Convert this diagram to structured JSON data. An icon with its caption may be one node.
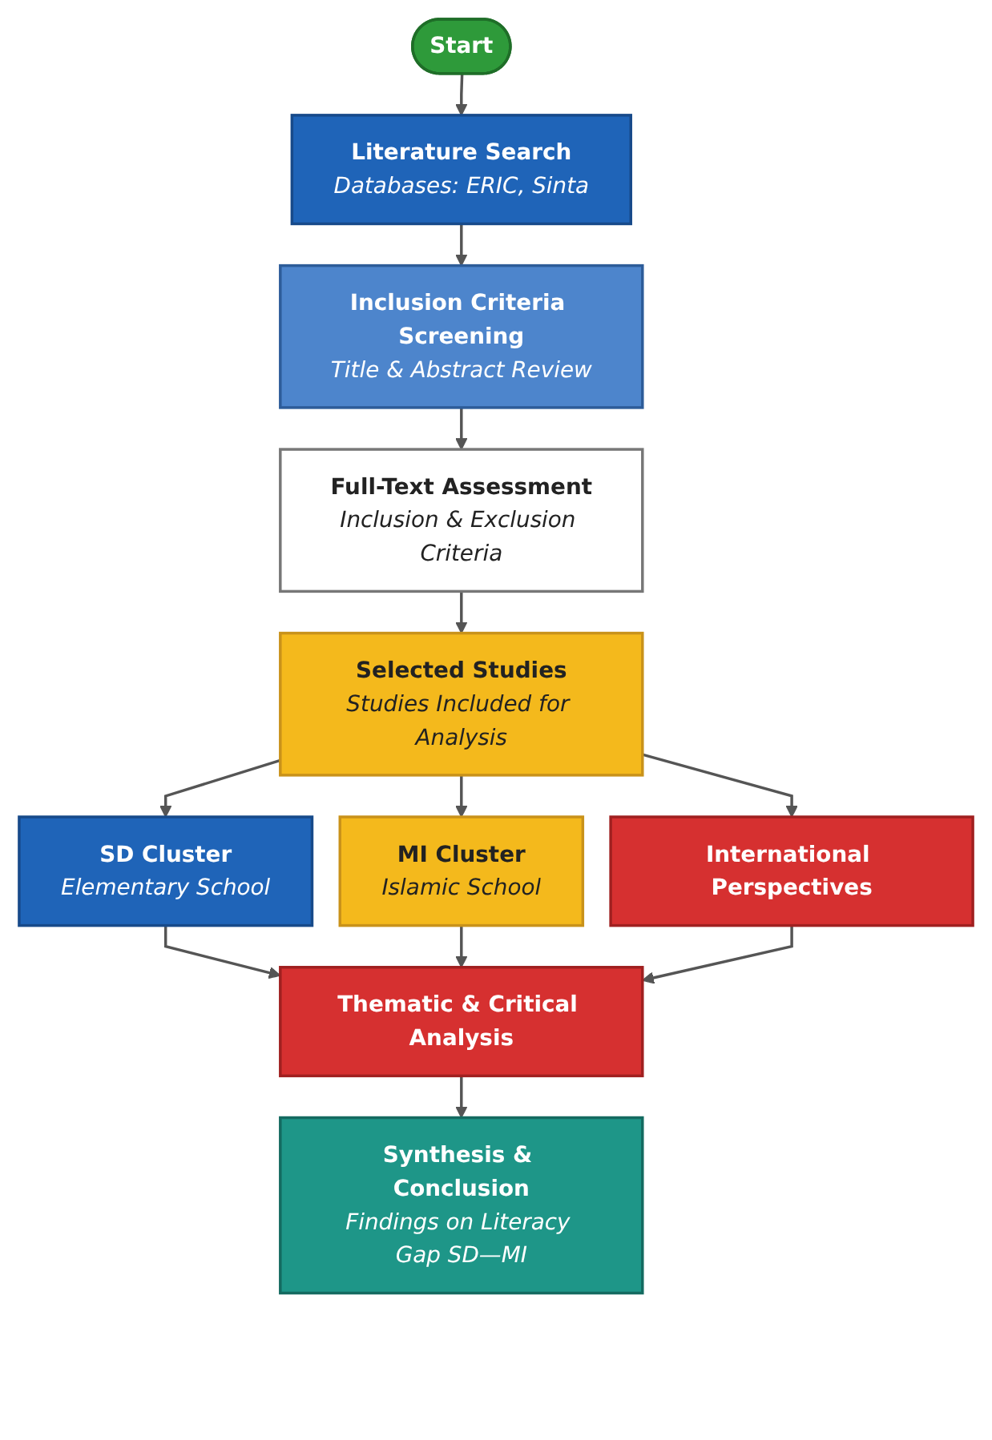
{
  "diagram": {
    "nodes": [
      {
        "text": [
          "Start"
        ]
      },
      {
        "text": [
          "Literature Search",
          "Databases: ERIC, Sinta"
        ]
      },
      {
        "text": [
          "Inclusion Criteria Screening",
          "Title & Abstract Review"
        ]
      },
      {
        "text": [
          "Full-Text Assessment",
          "Inclusion & Exclusion Criteria"
        ]
      },
      {
        "text": [
          "Selected Studies",
          "Studies Included for Analysis"
        ]
      },
      {
        "text": [
          "SD Cluster",
          "Elementary School"
        ]
      },
      {
        "text": [
          "MI Cluster",
          "Islamic School"
        ]
      },
      {
        "text": [
          "International Perspectives"
        ]
      },
      {
        "text": [
          "Thematic & Critical Analysis"
        ]
      },
      {
        "text": [
          "Synthesis & Conclusion",
          "Findings on Literacy Gap SD—MI"
        ]
      }
    ],
    "edges": [
      {
        "from": 0,
        "to": 1,
        "arrow": "to"
      },
      {
        "from": 1,
        "to": 2,
        "arrow": "to"
      },
      {
        "from": 2,
        "to": 3,
        "arrow": "to"
      },
      {
        "from": 3,
        "to": 4,
        "arrow": "to"
      },
      {
        "from": 4,
        "to": 5,
        "arrow": "to"
      },
      {
        "from": 4,
        "to": 6,
        "arrow": "to"
      },
      {
        "from": 4,
        "to": 7,
        "arrow": "to"
      },
      {
        "from": 5,
        "to": 8,
        "arrow": "to"
      },
      {
        "from": 6,
        "to": 8,
        "arrow": "to"
      },
      {
        "from": 7,
        "to": 8,
        "arrow": "to"
      },
      {
        "from": 8,
        "to": 9,
        "arrow": "to"
      }
    ]
  }
}
